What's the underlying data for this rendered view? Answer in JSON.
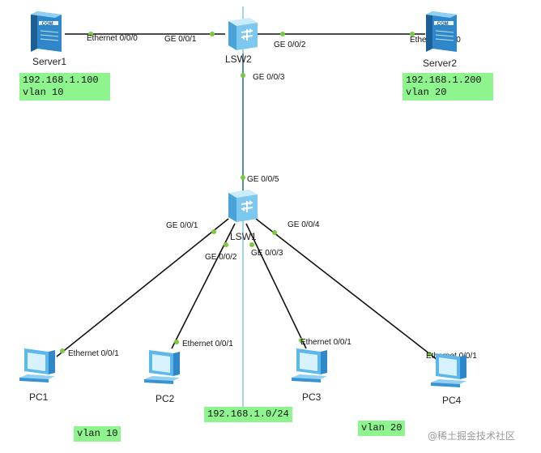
{
  "devices": {
    "server1": "Server1",
    "server2": "Server2",
    "lsw2": "LSW2",
    "lsw1": "LSW1",
    "pc1": "PC1",
    "pc2": "PC2",
    "pc3": "PC3",
    "pc4": "PC4"
  },
  "server_badge": ".COM",
  "ports": {
    "server1_eth": "Ethernet 0/0/0",
    "lsw2_ge001": "GE 0/0/1",
    "lsw2_ge002": "GE 0/0/2",
    "server2_eth": "Ethernet 0/0/0",
    "lsw2_ge003": "GE 0/0/3",
    "lsw1_ge005": "GE 0/0/5",
    "lsw1_ge001": "GE 0/0/1",
    "lsw1_ge002": "GE 0/0/2",
    "lsw1_ge003": "GE 0/0/3",
    "lsw1_ge004": "GE 0/0/4",
    "pc1_eth": "Ethernet 0/0/1",
    "pc2_eth": "Ethernet 0/0/1",
    "pc3_eth": "Ethernet 0/0/1",
    "pc4_eth": "Ethernet 0/0/1"
  },
  "notes": {
    "server1_note": "192.168.1.100\nvlan 10",
    "server2_note": "192.168.1.200\nvlan 20",
    "subnet_note": "192.168.1.0/24",
    "vlan10_note": "vlan 10",
    "vlan20_note": "vlan 20"
  },
  "watermark": "@稀土掘金技术社区",
  "colors": {
    "link": "#111111",
    "port_dot": "#7ac943",
    "note_bg": "#8ef58e",
    "accent_line": "#3fa9d6"
  }
}
